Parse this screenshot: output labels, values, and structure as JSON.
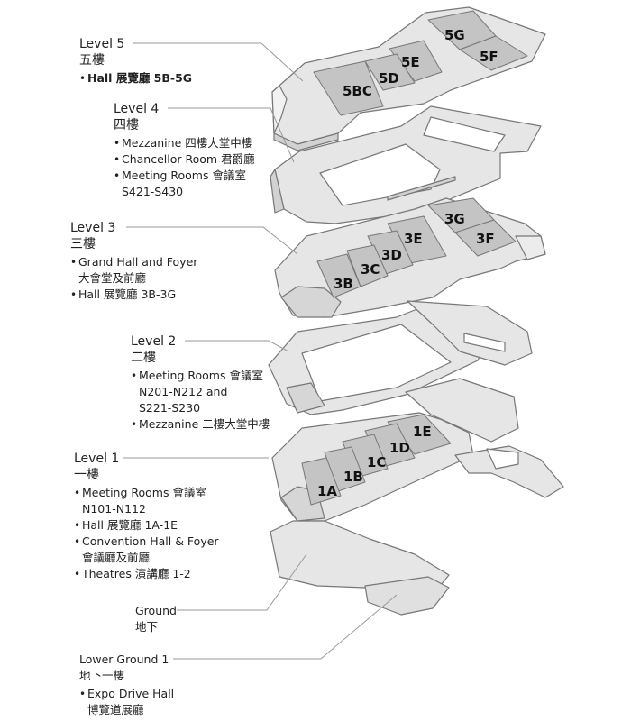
{
  "levels": {
    "level5": {
      "title": "Level 5",
      "zh": "五樓",
      "items": [
        {
          "parts": [
            "Hall 展覽廳 5B-5G"
          ],
          "bold": [
            true
          ]
        }
      ]
    },
    "level4": {
      "title": "Level 4",
      "zh": "四樓",
      "items": [
        {
          "parts": [
            "Mezzanine 四樓大堂中樓"
          ]
        },
        {
          "parts": [
            "Chancellor Room 君爵廳"
          ]
        },
        {
          "parts": [
            "Meeting Rooms 會議室",
            "S421-S430"
          ]
        }
      ]
    },
    "level3": {
      "title": "Level 3",
      "zh": "三樓",
      "items": [
        {
          "parts": [
            "Grand Hall and Foyer",
            "大會堂及前廳"
          ]
        },
        {
          "parts": [
            "Hall 展覽廳 3B-3G"
          ]
        }
      ]
    },
    "level2": {
      "title": "Level 2",
      "zh": "二樓",
      "items": [
        {
          "parts": [
            "Meeting Rooms 會議室",
            "N201-N212 and",
            "S221-S230"
          ]
        },
        {
          "parts": [
            "Mezzanine 二樓大堂中樓"
          ]
        }
      ]
    },
    "level1": {
      "title": "Level 1",
      "zh": "一樓",
      "items": [
        {
          "parts": [
            "Meeting Rooms 會議室",
            "N101-N112"
          ]
        },
        {
          "parts": [
            "Hall 展覽廳 1A-1E"
          ]
        },
        {
          "parts": [
            "Convention Hall & Foyer",
            "會議廳及前廳"
          ]
        },
        {
          "parts": [
            "Theatres 演講廳 1-2"
          ]
        }
      ]
    },
    "ground": {
      "title": "Ground",
      "zh": "地下",
      "items": []
    },
    "lowerground": {
      "title": "Lower Ground 1",
      "zh": "地下一樓",
      "items": [
        {
          "parts": [
            "Expo Drive Hall",
            "博覽道展廳"
          ]
        }
      ]
    }
  },
  "halls": {
    "h5g": "5G",
    "h5f": "5F",
    "h5e": "5E",
    "h5d": "5D",
    "h5bc": "5BC",
    "h3g": "3G",
    "h3f": "3F",
    "h3e": "3E",
    "h3d": "3D",
    "h3c": "3C",
    "h3b": "3B",
    "h1e": "1E",
    "h1d": "1D",
    "h1c": "1C",
    "h1b": "1B",
    "h1a": "1A"
  },
  "colors": {
    "floor": "#e6e6e6",
    "hall": "#c4c4c4",
    "outline": "#777777",
    "leader": "#999999"
  }
}
